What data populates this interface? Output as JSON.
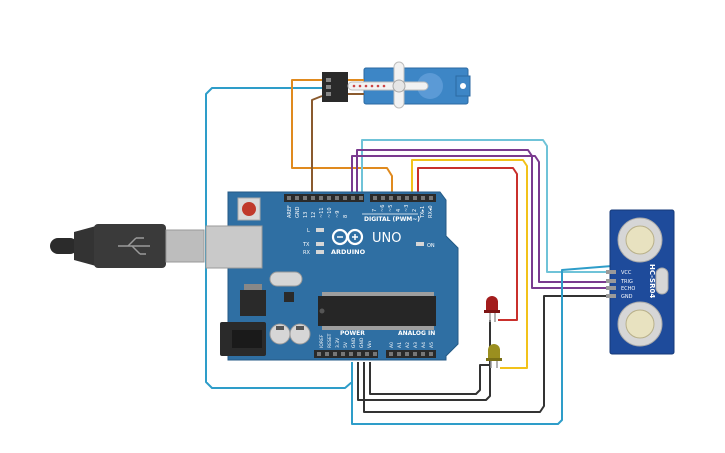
{
  "board": {
    "brand": "ARDUINO",
    "model": "UNO",
    "digital_header": "DIGITAL (PWM~)",
    "power_header": "POWER",
    "analog_header": "ANALOG IN",
    "aref_label": "AREF",
    "gnd_label": "GND",
    "pin_13": "13",
    "pin_12": "12",
    "pin_11": "~11",
    "pin_10": "~10",
    "pin_9": "~9",
    "pin_8": "8",
    "pin_7": "7",
    "pin_6": "~6",
    "pin_5": "~5",
    "pin_4": "4",
    "pin_3": "~3",
    "pin_2": "2",
    "pin_tx1": "TX▸1",
    "pin_rx0": "RX◂0",
    "led_l": "L",
    "led_tx": "TX",
    "led_rx": "RX",
    "led_on": "ON",
    "power_pins": [
      "IOREF",
      "RESET",
      "3.3V",
      "5V",
      "GND",
      "GND",
      "Vin"
    ],
    "analog_pins": [
      "A0",
      "A1",
      "A2",
      "A3",
      "A4",
      "A5"
    ]
  },
  "sensor": {
    "model": "HC-SR04",
    "pins": [
      "VCC",
      "TRIG",
      "ECHO",
      "GND"
    ]
  },
  "colors": {
    "board": "#2f6fa3",
    "servo": "#3d86c6",
    "sensor": "#1e4b9b",
    "wire_blue": "#2e9dc9",
    "wire_lightblue": "#6fc3d8",
    "wire_purple": "#7a3a8f",
    "wire_yellow": "#f2c21a",
    "wire_red": "#c9302c",
    "wire_orange": "#e08a1e",
    "wire_brown": "#8a5a2e",
    "wire_black": "#333333",
    "led_red": "#a31d1d",
    "led_yellow": "#9b8f1f"
  }
}
